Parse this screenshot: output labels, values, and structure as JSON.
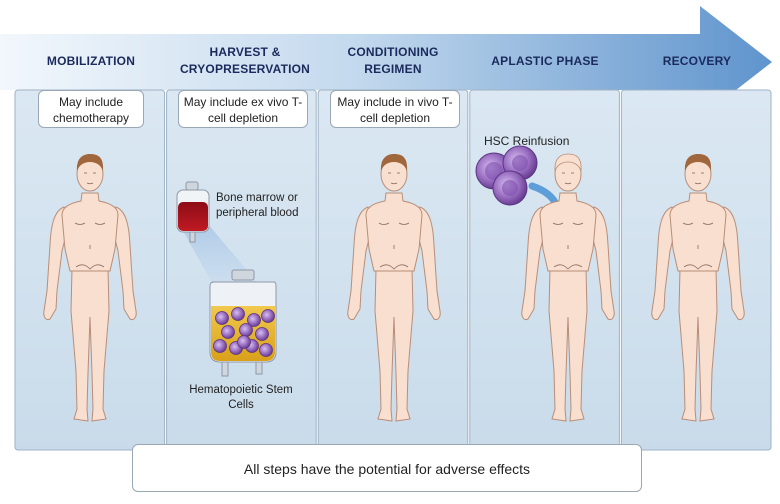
{
  "stages": [
    {
      "title": "MOBILIZATION",
      "note": "May include chemotherapy"
    },
    {
      "title": "HARVEST & CRYOPRESERVATION",
      "note": "May include ex vivo T-cell depletion"
    },
    {
      "title": "CONDITIONING REGIMEN",
      "note": "May include in vivo T-cell depletion"
    },
    {
      "title": "APLASTIC PHASE",
      "note": ""
    },
    {
      "title": "RECOVERY",
      "note": ""
    }
  ],
  "labels": {
    "blood_bag": "Bone marrow or peripheral blood",
    "stem_cells": "Hematopoietic Stem Cells",
    "reinfusion": "HSC Reinfusion"
  },
  "footer": "All steps have the potential for adverse effects",
  "colors": {
    "arrow": "#6a9bd0",
    "panel": "#d2e1ee",
    "title": "#1b2a5c",
    "skin": "#f9dfcf",
    "hair": "#a0663c",
    "blood": "#a3121c",
    "stem_cell": "#9a6fc2",
    "bag_fluid": "#e8b428"
  },
  "icons": [
    "human-figure-icon",
    "blood-bag-icon",
    "stem-cell-bag-icon",
    "stem-cell-cluster-icon",
    "reinfusion-arrow-icon"
  ]
}
